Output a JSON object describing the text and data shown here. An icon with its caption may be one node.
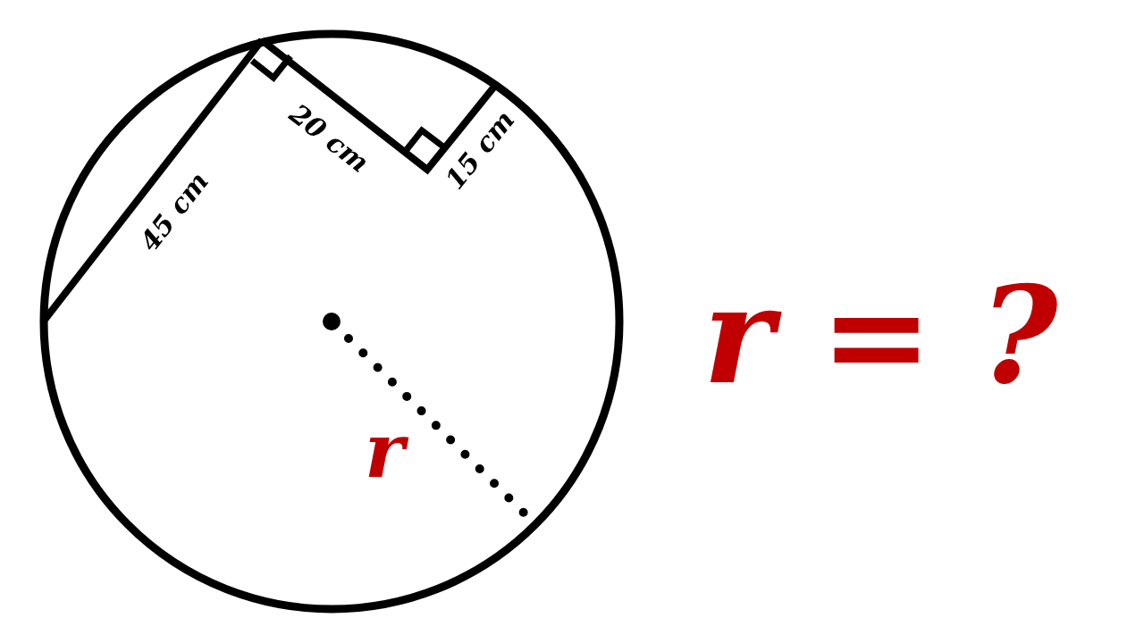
{
  "diagram": {
    "labels": [
      "20 cm",
      "15 cm",
      "45 cm",
      "r",
      "r = ?"
    ]
  }
}
